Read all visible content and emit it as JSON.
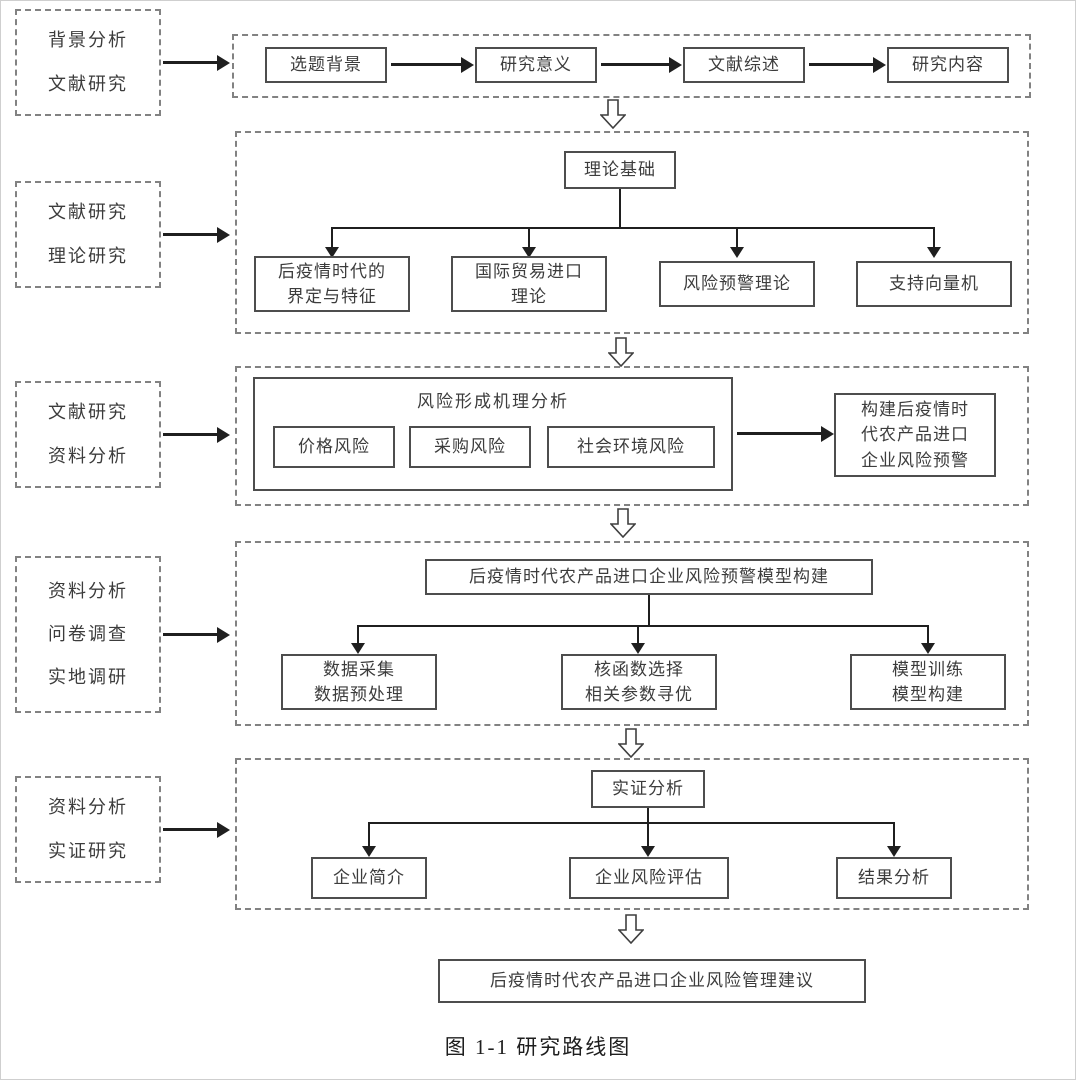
{
  "caption": "图 1-1 研究路线图",
  "colors": {
    "node_border": "#4d4d4d",
    "text": "#3c3c3c",
    "arrow": "#1f1f1f",
    "dashed": "#828282"
  },
  "sidebar": {
    "labels": [
      {
        "lines": [
          "背景分析",
          "文献研究"
        ]
      },
      {
        "lines": [
          "文献研究",
          "理论研究"
        ]
      },
      {
        "lines": [
          "文献研究",
          "资料分析"
        ]
      },
      {
        "lines": [
          "资料分析",
          "问卷调查",
          "实地调研"
        ]
      },
      {
        "lines": [
          "资料分析",
          "实证研究"
        ]
      }
    ]
  },
  "stage1": {
    "steps": [
      "选题背景",
      "研究意义",
      "文献综述",
      "研究内容"
    ]
  },
  "stage2": {
    "root": "理论基础",
    "branches": [
      {
        "lines": [
          "后疫情时代的",
          "界定与特征"
        ]
      },
      {
        "lines": [
          "国际贸易进口",
          "理论"
        ]
      },
      {
        "lines": [
          "风险预警理论"
        ]
      },
      {
        "lines": [
          "支持向量机"
        ]
      }
    ]
  },
  "stage3": {
    "group_title": "风险形成机理分析",
    "risks": [
      "价格风险",
      "采购风险",
      "社会环境风险"
    ],
    "outcome": {
      "lines": [
        "构建后疫情时",
        "代农产品进口",
        "企业风险预警"
      ]
    }
  },
  "stage4": {
    "root": "后疫情时代农产品进口企业风险预警模型构建",
    "branches": [
      {
        "lines": [
          "数据采集",
          "数据预处理"
        ]
      },
      {
        "lines": [
          "核函数选择",
          "相关参数寻优"
        ]
      },
      {
        "lines": [
          "模型训练",
          "模型构建"
        ]
      }
    ]
  },
  "stage5": {
    "root": "实证分析",
    "branches": [
      "企业简介",
      "企业风险评估",
      "结果分析"
    ]
  },
  "final_box": "后疫情时代农产品进口企业风险管理建议"
}
